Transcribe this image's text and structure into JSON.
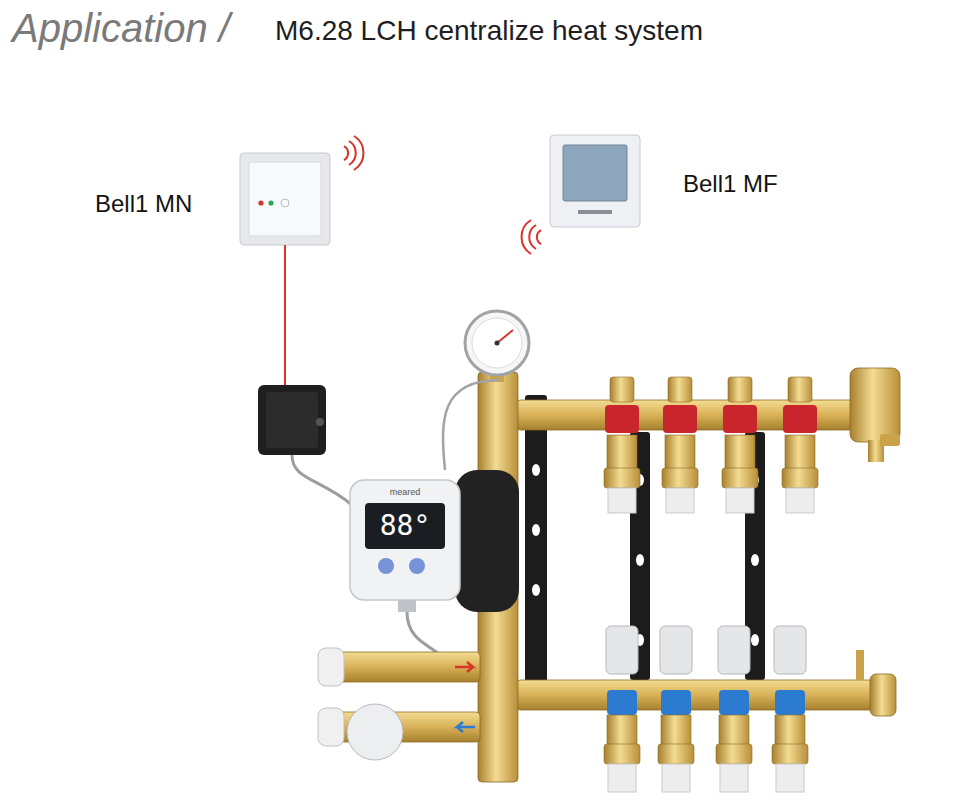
{
  "diagram": {
    "title": "M6.28 LCH centralize heat system",
    "labels": [
      "Application /",
      "Bell1 MN",
      "Bell1 MF",
      "meared",
      "88°"
    ]
  }
}
